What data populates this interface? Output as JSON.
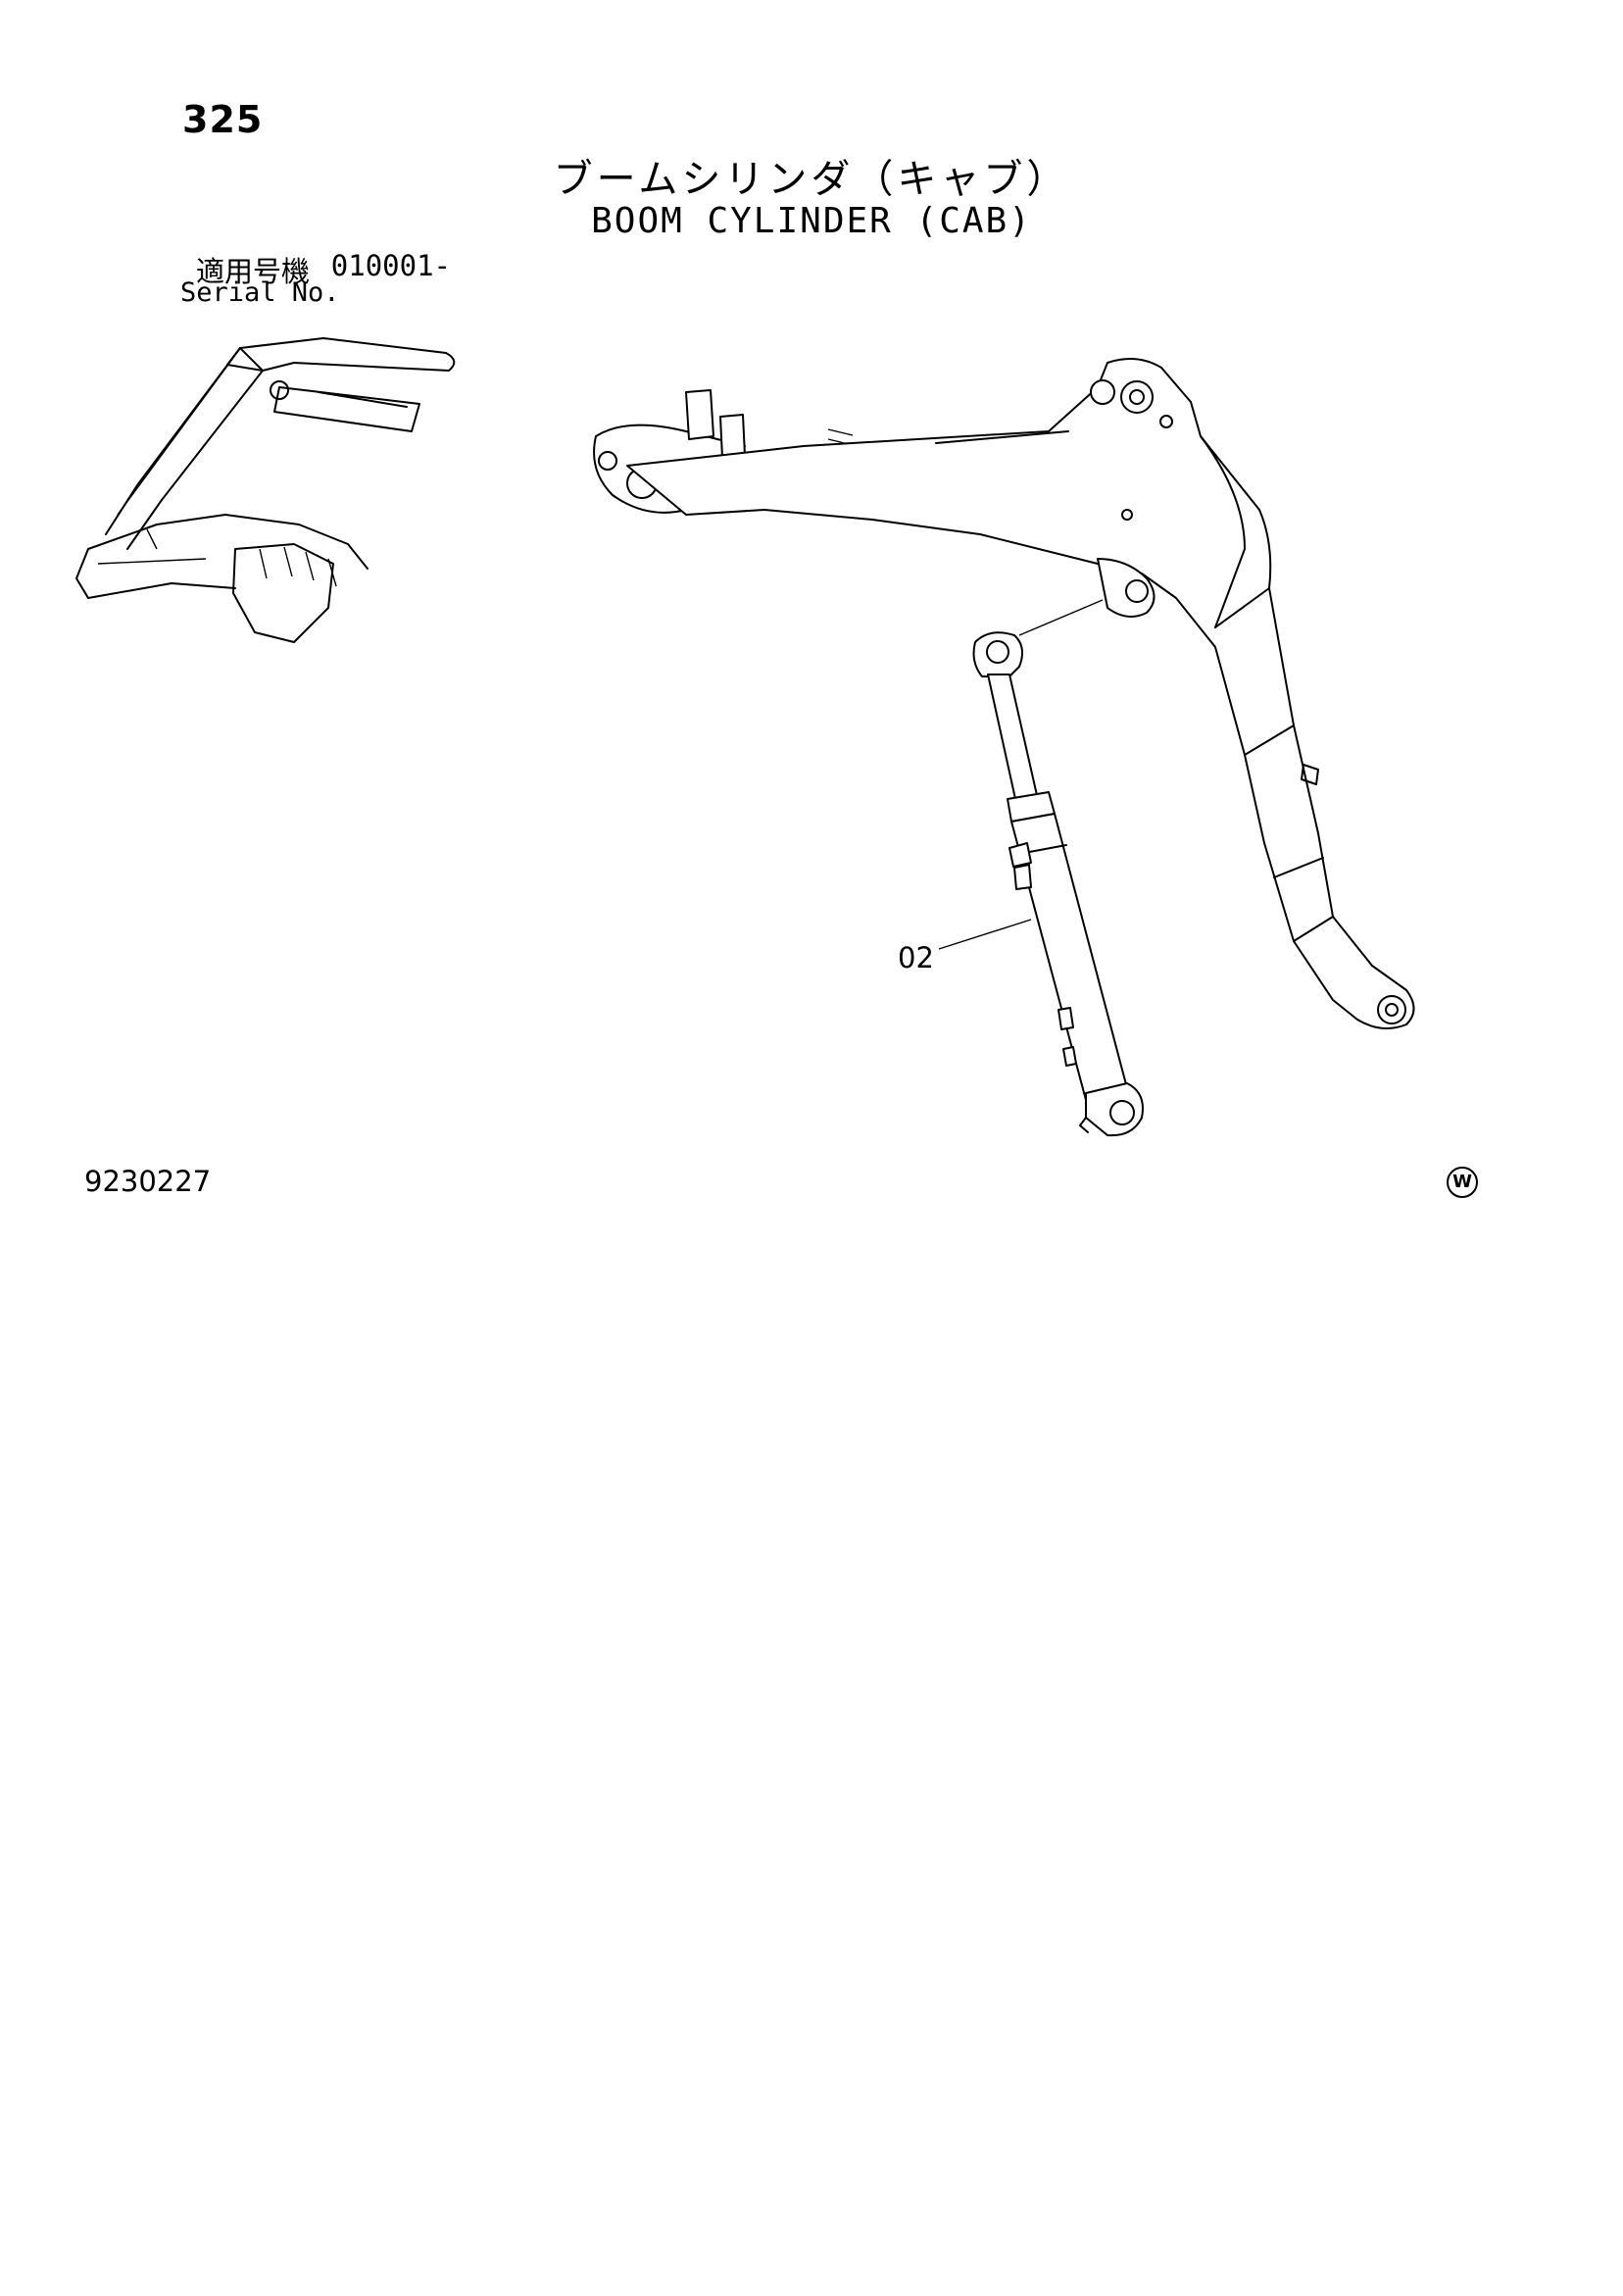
{
  "page": {
    "number": "325",
    "title_jp": "ブームシリンダ（キャブ）",
    "title_en": "BOOM CYLINDER (CAB)",
    "serial_label_jp": "適用号機",
    "serial_number": "010001-",
    "serial_label_en": "Serial No.",
    "document_code": "9230227",
    "mark": "W"
  },
  "diagram": {
    "callouts": [
      {
        "label": "02",
        "part": "boom cylinder"
      }
    ]
  }
}
